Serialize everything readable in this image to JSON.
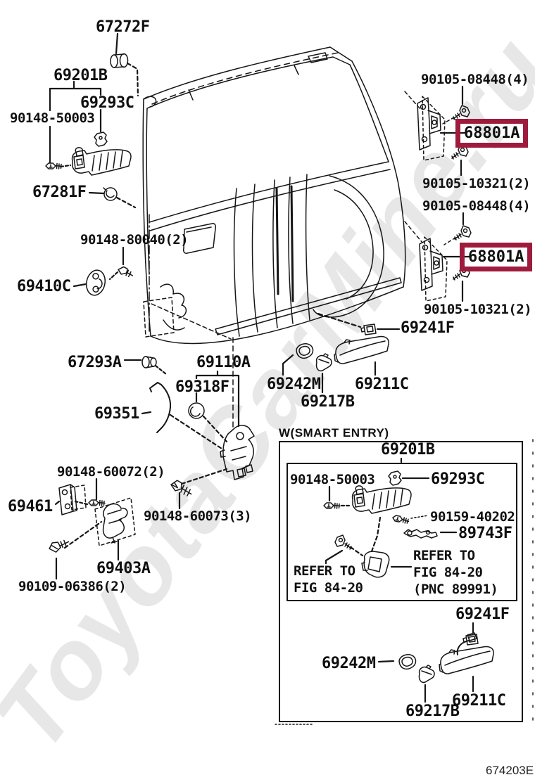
{
  "watermark": "ToyotaCarMine.ru",
  "figure_code": "674203E",
  "highlight": {
    "color": "#9e1b3e"
  },
  "main_labels": {
    "p67272F": "67272F",
    "p69201B": "69201B",
    "p69293C": "69293C",
    "p90148_50003": "90148-50003",
    "p67281F": "67281F",
    "p90148_80040": "90148-80040(2)",
    "p69410C": "69410C",
    "p67293A": "67293A",
    "p69110A": "69110A",
    "p69318F": "69318F",
    "p69351": "69351",
    "p90148_60072": "90148-60072(2)",
    "p69461": "69461",
    "p90148_60073": "90148-60073(3)",
    "p69403A": "69403A",
    "p90109_06386": "90109-06386(2)",
    "p90105_08448_1": "90105-08448(4)",
    "p68801A_1": "68801A",
    "p90105_10321_1": "90105-10321(2)",
    "p90105_08448_2": "90105-08448(4)",
    "p68801A_2": "68801A",
    "p90105_10321_2": "90105-10321(2)",
    "p69241F": "69241F",
    "p69242M": "69242M",
    "p69211C": "69211C",
    "p69217B": "69217B"
  },
  "inset": {
    "title": "W(SMART ENTRY)",
    "labels": {
      "p69201B": "69201B",
      "p90148_50003": "90148-50003",
      "p69293C": "69293C",
      "p90159_40202": "90159-40202",
      "p89743F": "89743F",
      "refer_left_line1": "REFER TO",
      "refer_left_line2": "FIG 84-20",
      "refer_right_line1": "REFER TO",
      "refer_right_line2": "FIG 84-20",
      "refer_right_line3": "(PNC 89991)",
      "p69241F": "69241F",
      "p69242M": "69242M",
      "p69211C": "69211C",
      "p69217B": "69217B"
    }
  }
}
